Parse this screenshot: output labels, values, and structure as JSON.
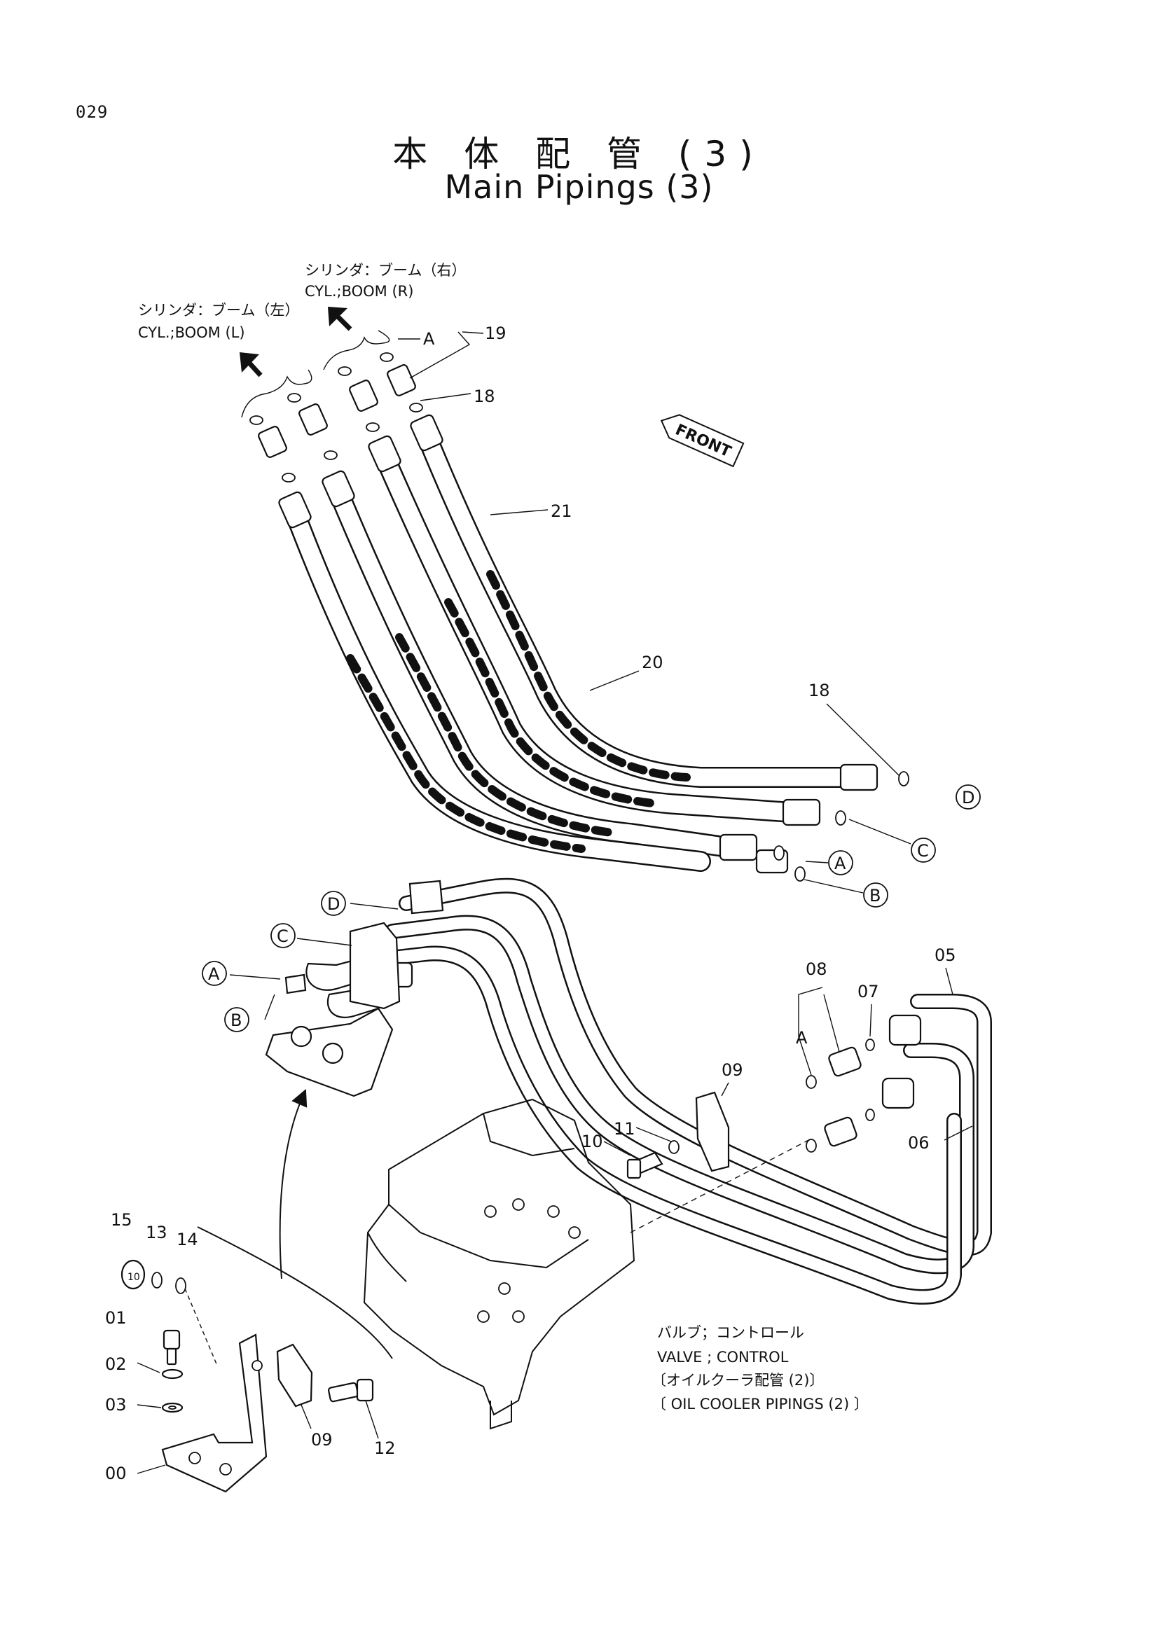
{
  "page_number": "029",
  "title_jp": "本 体 配 管 (3)",
  "title_en": "Main Pipings (3)",
  "front_label": "FRONT",
  "notes": {
    "boom_r_jp": "シリンダ：ブーム（右）",
    "boom_r_en": "CYL.;BOOM (R)",
    "boom_l_jp": "シリンダ：ブーム（左）",
    "boom_l_en": "CYL.;BOOM (L)",
    "valve_jp": "バルブ；コントロール",
    "valve_en": "VALVE ; CONTROL",
    "oil_cooler_jp": "〔オイルクーラ配管 (2)〕",
    "oil_cooler_en": "〔 OIL COOLER PIPINGS (2) 〕"
  },
  "part_numbers": {
    "p19": "19",
    "p18_top": "18",
    "p21": "21",
    "p20": "20",
    "p18_right": "18",
    "p08": "08",
    "p07": "07",
    "p05": "05",
    "p09_pipe": "09",
    "p06": "06",
    "p11": "11",
    "p10": "10",
    "p15": "15",
    "p13": "13",
    "p14": "14",
    "p01": "01",
    "p02": "02",
    "p03": "03",
    "p00": "00",
    "p09_bracket": "09",
    "p12": "12",
    "a_top": "A",
    "a_right": "A"
  },
  "connection_markers": {
    "d_right": "D",
    "c_right": "C",
    "a_right": "A",
    "b_right": "B",
    "d_left": "D",
    "c_left": "C",
    "a_left": "A",
    "b_left": "B"
  }
}
